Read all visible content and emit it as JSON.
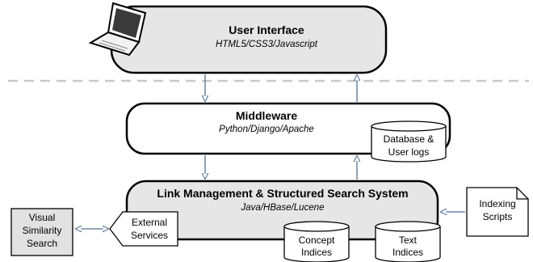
{
  "layers": {
    "user_interface": {
      "title": "User Interface",
      "subtitle": "HTML5/CSS3/Javascript"
    },
    "middleware": {
      "title": "Middleware",
      "subtitle": "Python/Django/Apache"
    },
    "link_management": {
      "title": "Link Management & Structured Search System",
      "subtitle": "Java/HBase/Lucene"
    }
  },
  "stores": {
    "database": {
      "line1": "Database &",
      "line2": "User logs"
    },
    "concept": {
      "line1": "Concept",
      "line2": "Indices"
    },
    "text": {
      "line1": "Text",
      "line2": "Indices"
    }
  },
  "external_services": {
    "line1": "External",
    "line2": "Services"
  },
  "visual_similarity": {
    "line1": "Visual",
    "line2": "Similarity",
    "line3": "Search"
  },
  "indexing_scripts": {
    "line1": "Indexing",
    "line2": "Scripts"
  },
  "icons": {
    "laptop": "laptop-icon"
  },
  "colors": {
    "layer_fill": "#e6e6e6",
    "arrow": "#4f6f8f",
    "divider": "#c8c8c8",
    "visual_fill": "#e2e2e2"
  }
}
